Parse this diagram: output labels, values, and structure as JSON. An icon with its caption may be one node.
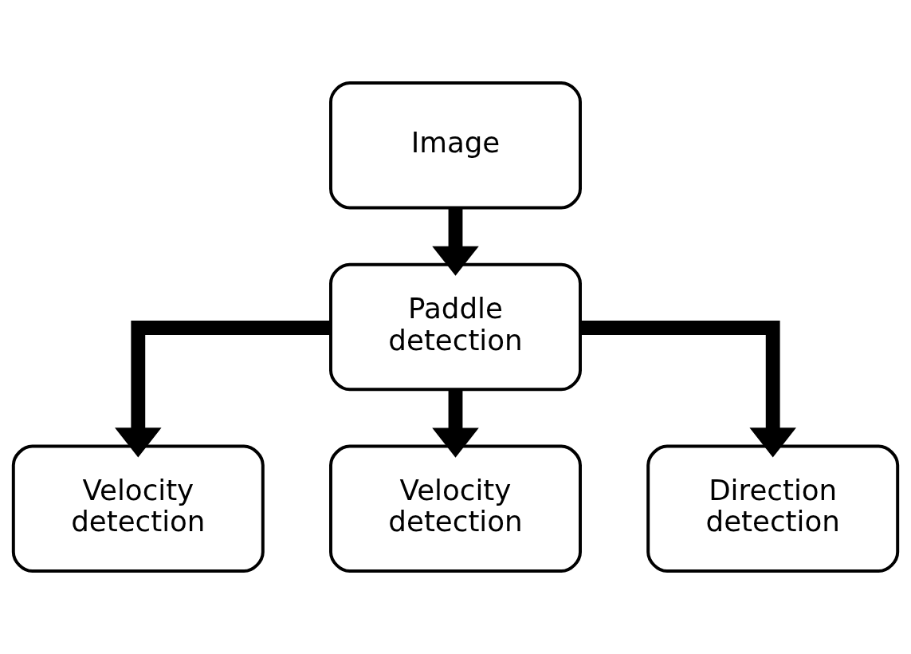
{
  "diagram": {
    "nodes": [
      {
        "text": [
          "Image"
        ]
      },
      {
        "text": [
          "Paddle detection"
        ]
      },
      {
        "text": [
          "Velocity detection"
        ]
      },
      {
        "text": [
          "Velocity detection"
        ]
      },
      {
        "text": [
          "Direction detection"
        ]
      }
    ],
    "edges": [
      {
        "from": 0,
        "to": 1,
        "arrow": "to"
      },
      {
        "from": 1,
        "to": 2,
        "arrow": "to"
      },
      {
        "from": 1,
        "to": 3,
        "arrow": "to"
      },
      {
        "from": 1,
        "to": 4,
        "arrow": "to"
      }
    ]
  }
}
